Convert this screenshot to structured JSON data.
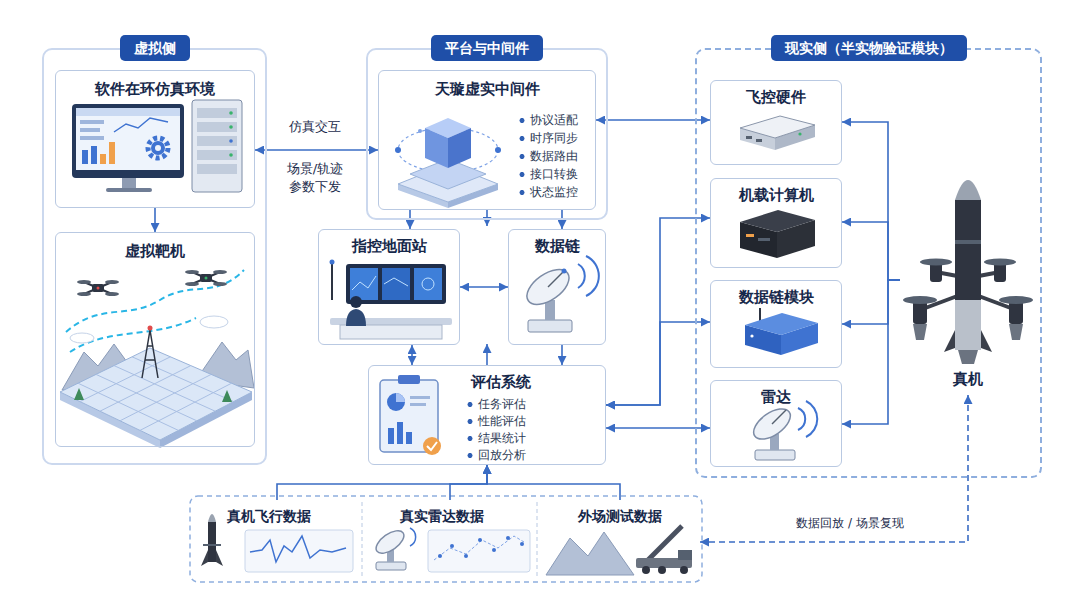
{
  "diagram": {
    "nodes": [
      {
        "text": [
          "虚拟侧"
        ]
      },
      {
        "text": [
          "软件在环仿真环境"
        ],
        "in": 0
      },
      {
        "text": [
          "虚拟靶机"
        ],
        "in": 0
      },
      {
        "text": [
          "平台与中间件"
        ]
      },
      {
        "text": [
          "天璇虚实中间件",
          "协议适配",
          "时序同步",
          "数据路由",
          "接口转换",
          "状态监控"
        ],
        "in": 3
      },
      {
        "text": [
          "指控地面站"
        ]
      },
      {
        "text": [
          "数据链"
        ]
      },
      {
        "text": [
          "评估系统",
          "任务评估",
          "性能评估",
          "结果统计",
          "回放分析"
        ]
      },
      {
        "text": [
          "现实侧（半实物验证模块）"
        ]
      },
      {
        "text": [
          "飞控硬件"
        ],
        "in": 8
      },
      {
        "text": [
          "机载计算机"
        ],
        "in": 8
      },
      {
        "text": [
          "数据链模块"
        ],
        "in": 8
      },
      {
        "text": [
          "雷达"
        ],
        "in": 8
      },
      {
        "text": [
          "真机"
        ],
        "in": 8
      },
      {
        "text": [
          "真机飞行数据"
        ]
      },
      {
        "text": [
          "真实雷达数据"
        ]
      },
      {
        "text": [
          "外场测试数据"
        ]
      }
    ],
    "edges": [
      {
        "from": 1,
        "to": 4,
        "arrow": "both",
        "label": "仿真交互"
      },
      {
        "from": 1,
        "to": 2,
        "arrow": "to"
      },
      {
        "from": 4,
        "to": 5,
        "arrow": "to"
      },
      {
        "from": 4,
        "to": 6,
        "arrow": "to"
      },
      {
        "from": 5,
        "to": 6,
        "arrow": "both"
      },
      {
        "from": 5,
        "to": 7,
        "arrow": "both"
      },
      {
        "from": 6,
        "to": 7,
        "arrow": "to"
      },
      {
        "from": 4,
        "to": 9,
        "arrow": "both"
      },
      {
        "from": 7,
        "to": 10,
        "arrow": "both"
      },
      {
        "from": 7,
        "to": 11,
        "arrow": "both"
      },
      {
        "from": 7,
        "to": 12,
        "arrow": "both"
      },
      {
        "from": 13,
        "to": 9,
        "arrow": "to"
      },
      {
        "from": 13,
        "to": 10,
        "arrow": "to"
      },
      {
        "from": 13,
        "to": 11,
        "arrow": "to"
      },
      {
        "from": 13,
        "to": 12,
        "arrow": "to"
      },
      {
        "from": 14,
        "to": 7,
        "arrow": "to"
      },
      {
        "from": 15,
        "to": 7,
        "arrow": "to"
      },
      {
        "from": 16,
        "to": 7,
        "arrow": "to"
      },
      {
        "from": 13,
        "to": 16,
        "arrow": "both",
        "label": "数据回放 / 场景复现"
      }
    ],
    "labels": [
      "场景/轨迹 参数下发"
    ]
  }
}
